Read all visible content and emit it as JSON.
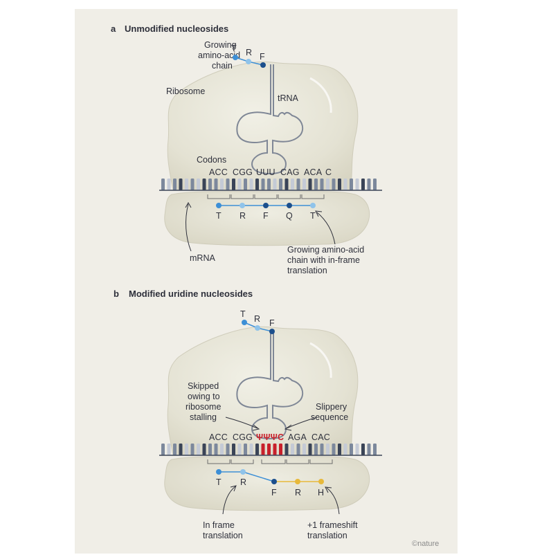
{
  "panel_a": {
    "letter": "a",
    "title": "Unmodified nucleosides",
    "growing_label": [
      "Growing",
      "amino-acid",
      "chain"
    ],
    "ribosome_label": "Ribosome",
    "trna_label": "tRNA",
    "codons_label": "Codons",
    "codons": [
      "ACC",
      "CGG",
      "UUU",
      "CAG",
      "ACA",
      "C"
    ],
    "top_chain": [
      "T",
      "R",
      "F"
    ],
    "bottom_chain": [
      "T",
      "R",
      "F",
      "Q",
      "T"
    ],
    "mrna_label": "mRNA",
    "inframe_label": [
      "Growing amino-acid",
      "chain with in-frame",
      "translation"
    ]
  },
  "panel_b": {
    "letter": "b",
    "title": "Modified uridine nucleosides",
    "top_chain": [
      "T",
      "R",
      "F"
    ],
    "skipped_label": [
      "Skipped",
      "owing to",
      "ribosome",
      "stalling"
    ],
    "slippery_label": [
      "Slippery",
      "sequence"
    ],
    "codons": [
      "ACC",
      "CGG",
      "ΨΨΨC",
      "AGA",
      "CAC"
    ],
    "inframe_chain": [
      "T",
      "R"
    ],
    "shift_chain": [
      "F",
      "R",
      "H"
    ],
    "inframe_label": [
      "In frame",
      "translation"
    ],
    "shift_label": [
      "+1 frameshift",
      "translation"
    ]
  },
  "credit": "©nature",
  "colors": {
    "background": "#f0eee7",
    "ribosome": "#e6e4d6",
    "ribosome_edge": "#c9c6b4",
    "trna": "#7f8796",
    "mrna_dark": "#3a4457",
    "mrna_mid": "#7c889c",
    "mrna_light": "#c4cad6",
    "modified_uridine": "#c8202b",
    "aa_light_blue": "#8fc3ea",
    "aa_mid_blue": "#3d8fd6",
    "aa_dark_blue": "#1c4f8c",
    "aa_gold": "#e7b93b"
  }
}
